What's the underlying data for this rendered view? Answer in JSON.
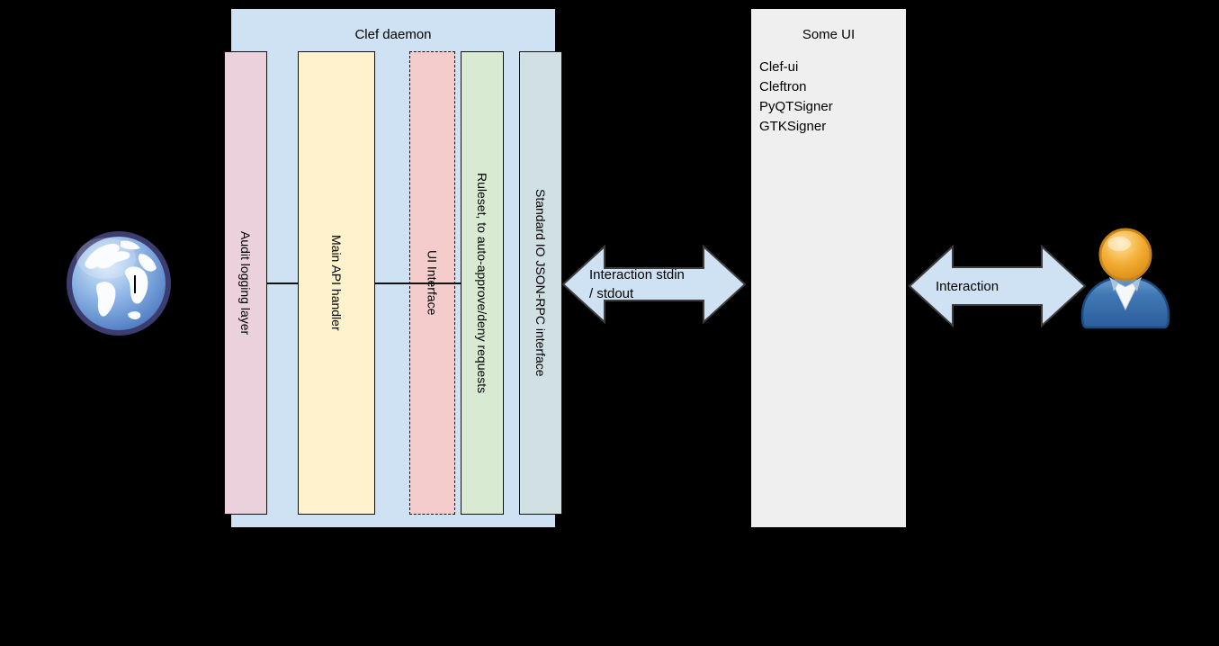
{
  "diagram": {
    "background_color": "#000000",
    "clef_daemon": {
      "title": "Clef daemon",
      "fill_color": "#cfe2f3",
      "layers": [
        {
          "label": "Audit logging layer",
          "fill_color": "#ead1dc",
          "border_style": "solid"
        },
        {
          "label": "Main API handler",
          "fill_color": "#fff2cc",
          "border_style": "solid"
        },
        {
          "label": "UI Interface",
          "fill_color": "#f4cccc",
          "border_style": "dashed"
        },
        {
          "label": "Ruleset, to auto-approve/deny requests",
          "fill_color": "#d9ead3",
          "border_style": "solid"
        },
        {
          "label": "Standard IO JSON-RPC interface",
          "fill_color": "#d0e0e3",
          "border_style": "solid"
        }
      ]
    },
    "some_ui": {
      "title": "Some UI",
      "fill_color": "#efefef",
      "items": [
        "Clef-ui",
        "Cleftron",
        "PyQTSigner",
        "GTKSigner"
      ]
    },
    "arrows": [
      {
        "name": "daemon-to-ui",
        "fill_color": "#cfe2f3",
        "outline_color": "#3d3d3d",
        "lines": [
          "Interaction stdin",
          "/ stdout"
        ]
      },
      {
        "name": "ui-to-user",
        "fill_color": "#cfe2f3",
        "outline_color": "#3d3d3d",
        "lines": [
          "Interaction"
        ]
      }
    ],
    "icons": [
      {
        "name": "globe-icon"
      },
      {
        "name": "person-icon"
      }
    ]
  }
}
